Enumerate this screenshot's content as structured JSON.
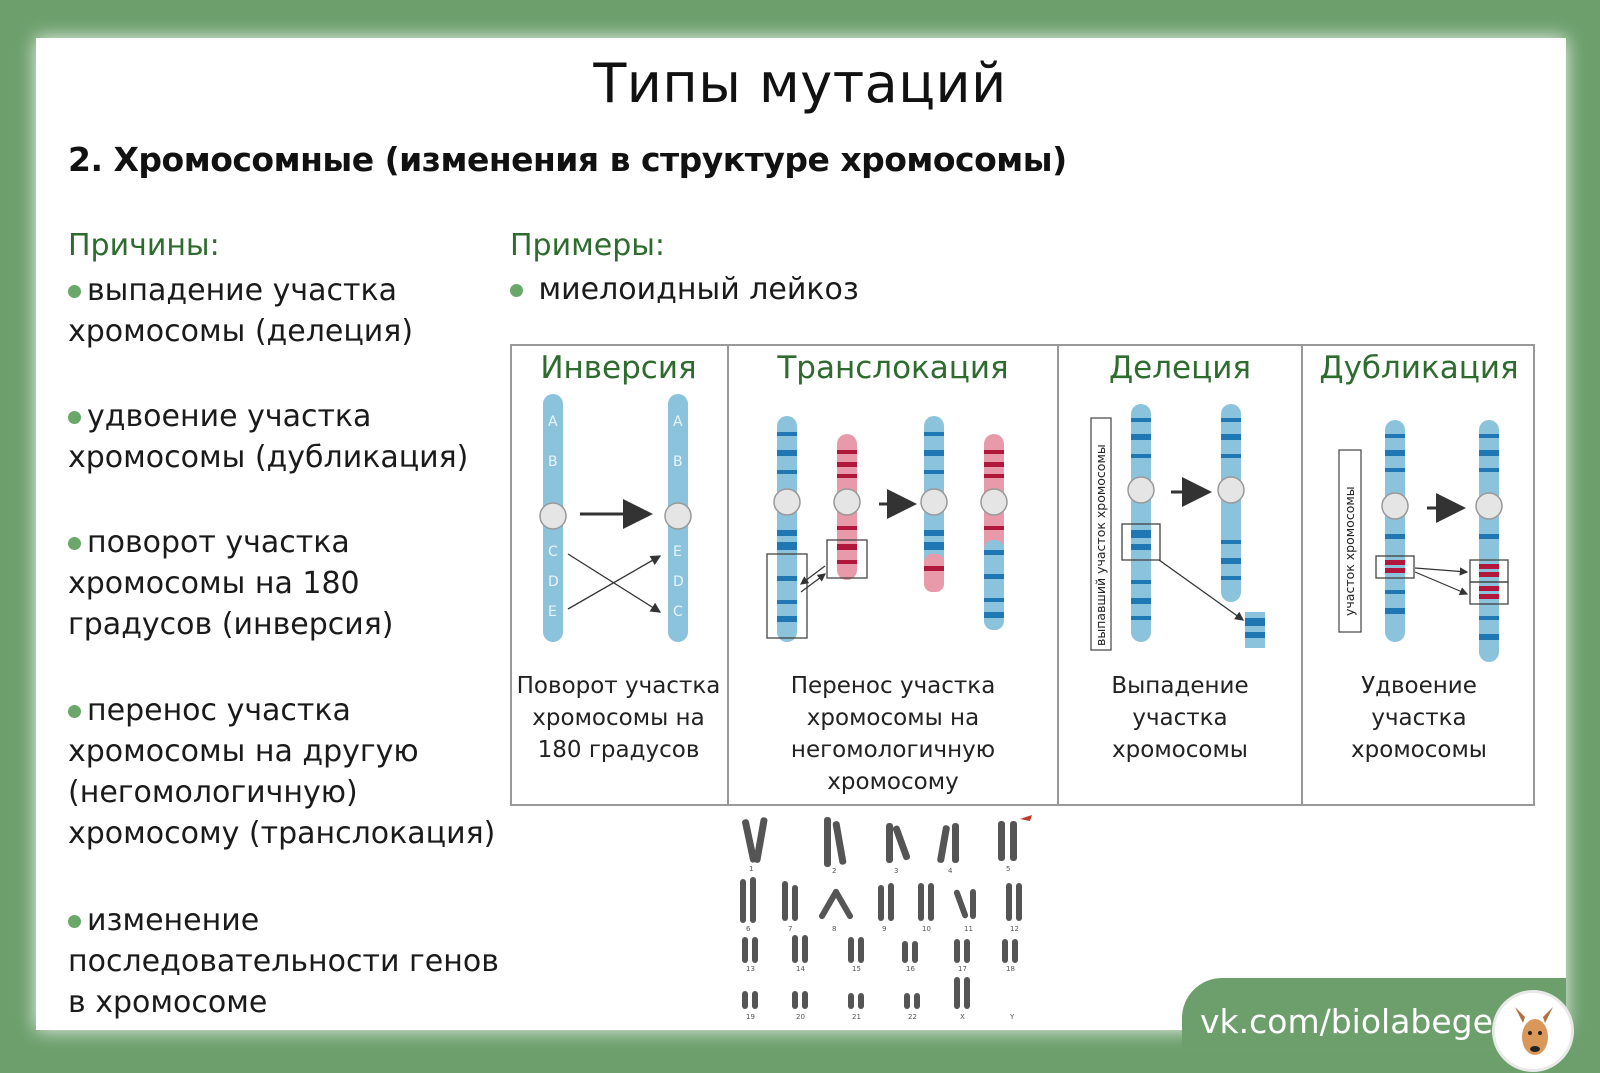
{
  "title": "Типы мутаций",
  "subtitle": "2. Хромосомные (изменения в структуре хромосомы)",
  "causes": {
    "heading": "Причины:",
    "items": [
      {
        "line1": "выпадение участка",
        "line2": "хромосомы (делеция)"
      },
      {
        "line1": "удвоение участка",
        "line2": "хромосомы (дубликация)"
      },
      {
        "line1": "поворот участка",
        "line2": "хромосомы на 180",
        "line3": "градусов (инверсия)"
      },
      {
        "line1": "перенос участка",
        "line2": "хромосомы на другую",
        "line3": "(негомологичную)",
        "line4": "хромосому (транслокация)"
      },
      {
        "line1": "изменение",
        "line2": "последовательности генов",
        "line3": "в хромосоме"
      }
    ]
  },
  "examples": {
    "heading": "Примеры:",
    "items": [
      "миелоидный лейкоз"
    ]
  },
  "panels": {
    "inversion": {
      "title": "Инверсия",
      "caption": [
        "Поворот участка",
        "хромосомы на",
        "180 градусов"
      ],
      "letters_left": [
        "A",
        "B",
        "C",
        "D",
        "E"
      ],
      "letters_right": [
        "A",
        "B",
        "E",
        "D",
        "C"
      ]
    },
    "translocation": {
      "title": "Транслокация",
      "caption": [
        "Перенос участка",
        "хромосомы на",
        "негомологичную",
        "хромосому"
      ]
    },
    "deletion": {
      "title": "Делеция",
      "caption": [
        "Выпадение",
        "участка",
        "хромосомы"
      ],
      "side_label": "выпавший участок хромосомы"
    },
    "duplication": {
      "title": "Дубликация",
      "caption": [
        "Удвоение",
        "участка",
        "хромосомы"
      ],
      "side_label": "участок хромосомы"
    }
  },
  "karyotype": {
    "row1": [
      "1",
      "2",
      "3",
      "4",
      "5"
    ],
    "row2": [
      "6",
      "7",
      "8",
      "9",
      "10",
      "11",
      "12"
    ],
    "row3": [
      "13",
      "14",
      "15",
      "16",
      "17",
      "18"
    ],
    "row4": [
      "19",
      "20",
      "21",
      "22",
      "X",
      "Y"
    ]
  },
  "watermark": "vk.com/biolabege",
  "colors": {
    "frame": "#6c9f6c",
    "heading_green": "#2e6b2e",
    "chromosome_blue": "#8cc3dc",
    "band_blue": "#1f78b4",
    "chromosome_pink": "#e89aaa",
    "band_red": "#b0173a"
  }
}
